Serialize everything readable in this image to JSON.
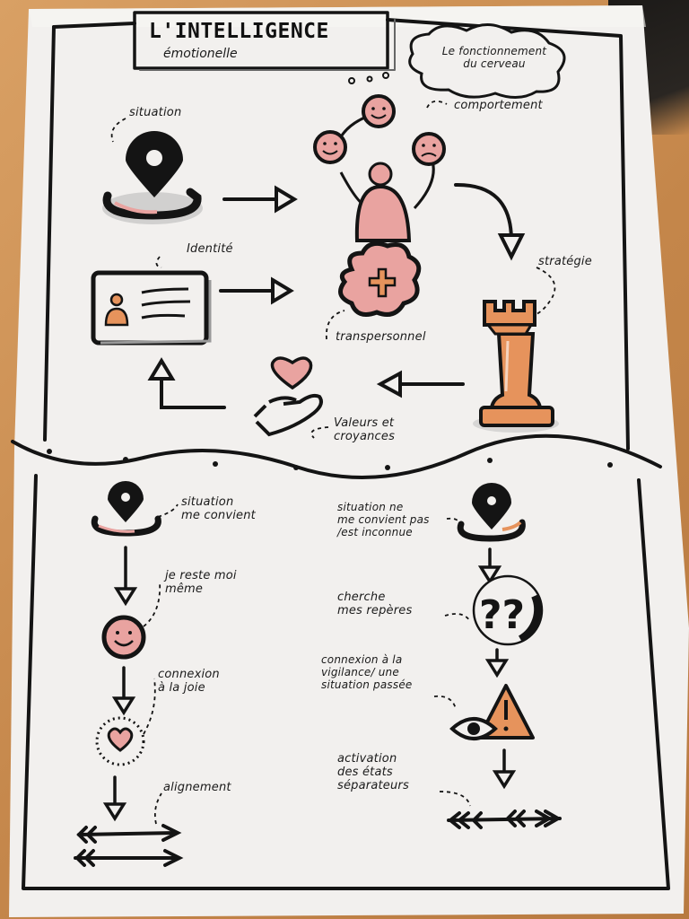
{
  "title": "L'INTELLIGENCE",
  "subtitle": "émotionelle",
  "cloud_text": "Le fonctionnement\ndu cerveau",
  "top_labels": {
    "situation": "situation",
    "comportement": "comportement",
    "identite": "Identité",
    "strategie": "stratégie",
    "transpersonnel": "transpersonnel",
    "valeurs": "Valeurs et\ncroyances"
  },
  "left_labels": {
    "convient": "situation\nme convient",
    "reste": "je reste moi\nmême",
    "connexion": "connexion\nà la joie",
    "alignement": "alignement"
  },
  "right_labels": {
    "inconnue": "situation ne\nme convient pas\n/est inconnue",
    "reperes": "cherche\nmes repères",
    "vigilance": "connexion à la\nvigilance/ une\nsituation passée",
    "activation": "activation\ndes états\nséparateurs"
  },
  "colors": {
    "ink": "#141414",
    "pink": "#e9a3a0",
    "orange": "#e6935c",
    "paper": "#f2f0ee"
  },
  "icons": [
    "location-pin-icon",
    "smiley-face-icon",
    "brain-plus-icon",
    "id-card-icon",
    "chess-rook-icon",
    "heart-in-hand-icon",
    "question-marks-icon",
    "warning-triangle-icon",
    "eye-icon",
    "double-arrow-icon"
  ]
}
